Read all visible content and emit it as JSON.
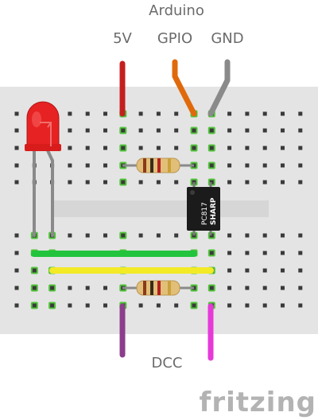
{
  "labels": {
    "title": "Arduino",
    "pin_5v": "5V",
    "pin_gpio": "GPIO",
    "pin_gnd": "GND",
    "bottom": "DCC"
  },
  "chip": {
    "model": "PC817",
    "brand": "SHARP"
  },
  "branding": "fritzing",
  "colors": {
    "breadboard": "#e4e4e4",
    "channel": "#d6d6d6",
    "hole": "#3a3a3a",
    "hole_active": "#52c33b",
    "wire_5v": "#c41f1f",
    "wire_gpio": "#e06a0b",
    "wire_gnd": "#8a8a8a",
    "wire_green": "#22c43d",
    "wire_yellow": "#f3ea26",
    "wire_dcc_dark": "#8c3d8c",
    "wire_dcc_pink": "#e63ad8",
    "led": "#e62222",
    "chip": "#1b1b1b",
    "resistor": "#e2bf79"
  },
  "icons": {
    "led": "red-led-icon",
    "resistor": "resistor-icon",
    "optocoupler": "optocoupler-chip-icon",
    "logo": "fritzing-logo-icon"
  }
}
